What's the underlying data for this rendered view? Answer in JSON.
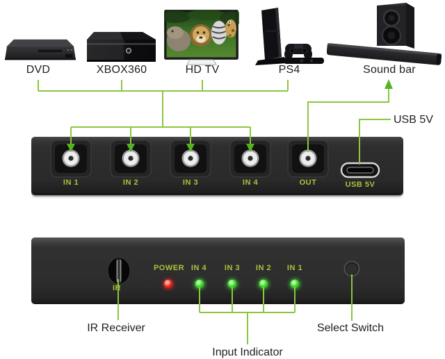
{
  "devices": [
    {
      "label": "DVD"
    },
    {
      "label": "XBOX360"
    },
    {
      "label": "HD TV"
    },
    {
      "label": "PS4"
    },
    {
      "label": "Sound bar"
    }
  ],
  "back_panel": {
    "ports": [
      "IN 1",
      "IN 2",
      "IN 3",
      "IN 4",
      "OUT"
    ],
    "usb_port_label": "USB 5V"
  },
  "front_panel": {
    "ir_label": "IR",
    "power_label": "POWER",
    "input_indicators": [
      "IN 4",
      "IN 3",
      "IN 2",
      "IN 1"
    ]
  },
  "callouts": {
    "usb": "USB 5V",
    "ir_receiver": "IR Receiver",
    "input_indicator": "Input Indicator",
    "select_switch": "Select Switch"
  },
  "colors": {
    "connector_line": "#8cc63f",
    "arrow_green": "#55b41d",
    "panel_label_green": "#a9c23a",
    "led_green": "#3fd42a",
    "led_red": "#e8251d",
    "device_body": "#2c2c2c",
    "text": "#1d1d1d"
  }
}
